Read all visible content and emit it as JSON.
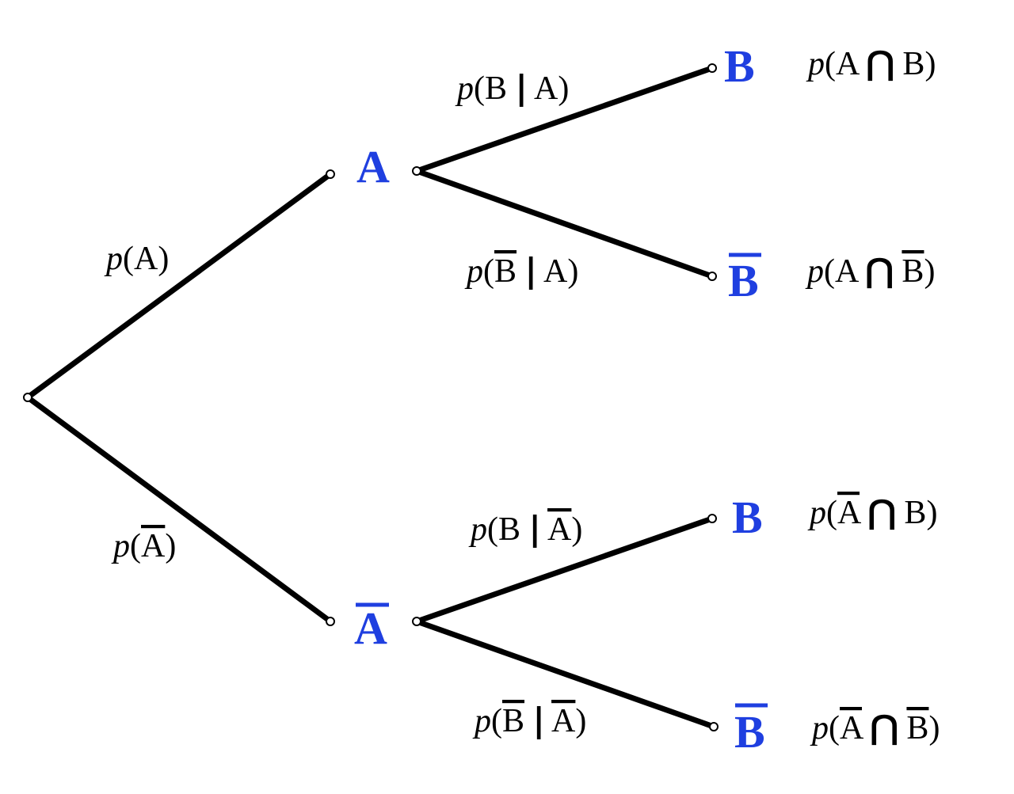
{
  "tree": {
    "colors": {
      "event": "#1f3fe0",
      "branch": "#000000",
      "text": "#000000"
    },
    "levels": {
      "first": [
        {
          "id": "A",
          "label": "A",
          "complement": false
        },
        {
          "id": "notA",
          "label": "A",
          "complement": true
        }
      ],
      "second": [
        {
          "parent": "A",
          "label": "B",
          "complement": false
        },
        {
          "parent": "A",
          "label": "B",
          "complement": true
        },
        {
          "parent": "notA",
          "label": "B",
          "complement": false
        },
        {
          "parent": "notA",
          "label": "B",
          "complement": true
        }
      ]
    },
    "branch_labels": {
      "root_to_A": {
        "p": "p",
        "open": "(",
        "event": "A",
        "close": ")"
      },
      "root_to_notA": {
        "p": "p",
        "open": "(",
        "event": "A",
        "close": ")"
      },
      "A_to_B": {
        "p": "p",
        "open": "(",
        "given": "B",
        "sep": "|",
        "cond": "A",
        "close": ")"
      },
      "A_to_notB": {
        "p": "p",
        "open": "(",
        "given": "B",
        "sep": "|",
        "cond": "A",
        "close": ")"
      },
      "notA_to_B": {
        "p": "p",
        "open": "(",
        "given": "B",
        "sep": "|",
        "cond": "A",
        "close": ")"
      },
      "notA_to_notB": {
        "p": "p",
        "open": "(",
        "given": "B",
        "sep": "|",
        "cond": "A",
        "close": ")"
      }
    },
    "outcomes": [
      {
        "p": "p",
        "open": "(",
        "left": "A",
        "cap": "⋂",
        "right": "B",
        "close": ")"
      },
      {
        "p": "p",
        "open": "(",
        "left": "A",
        "cap": "⋂",
        "right": "B",
        "close": ")"
      },
      {
        "p": "p",
        "open": "(",
        "left": "A",
        "cap": "⋂",
        "right": "B",
        "close": ")"
      },
      {
        "p": "p",
        "open": "(",
        "left": "A",
        "cap": "⋂",
        "right": "B",
        "close": ")"
      }
    ]
  }
}
